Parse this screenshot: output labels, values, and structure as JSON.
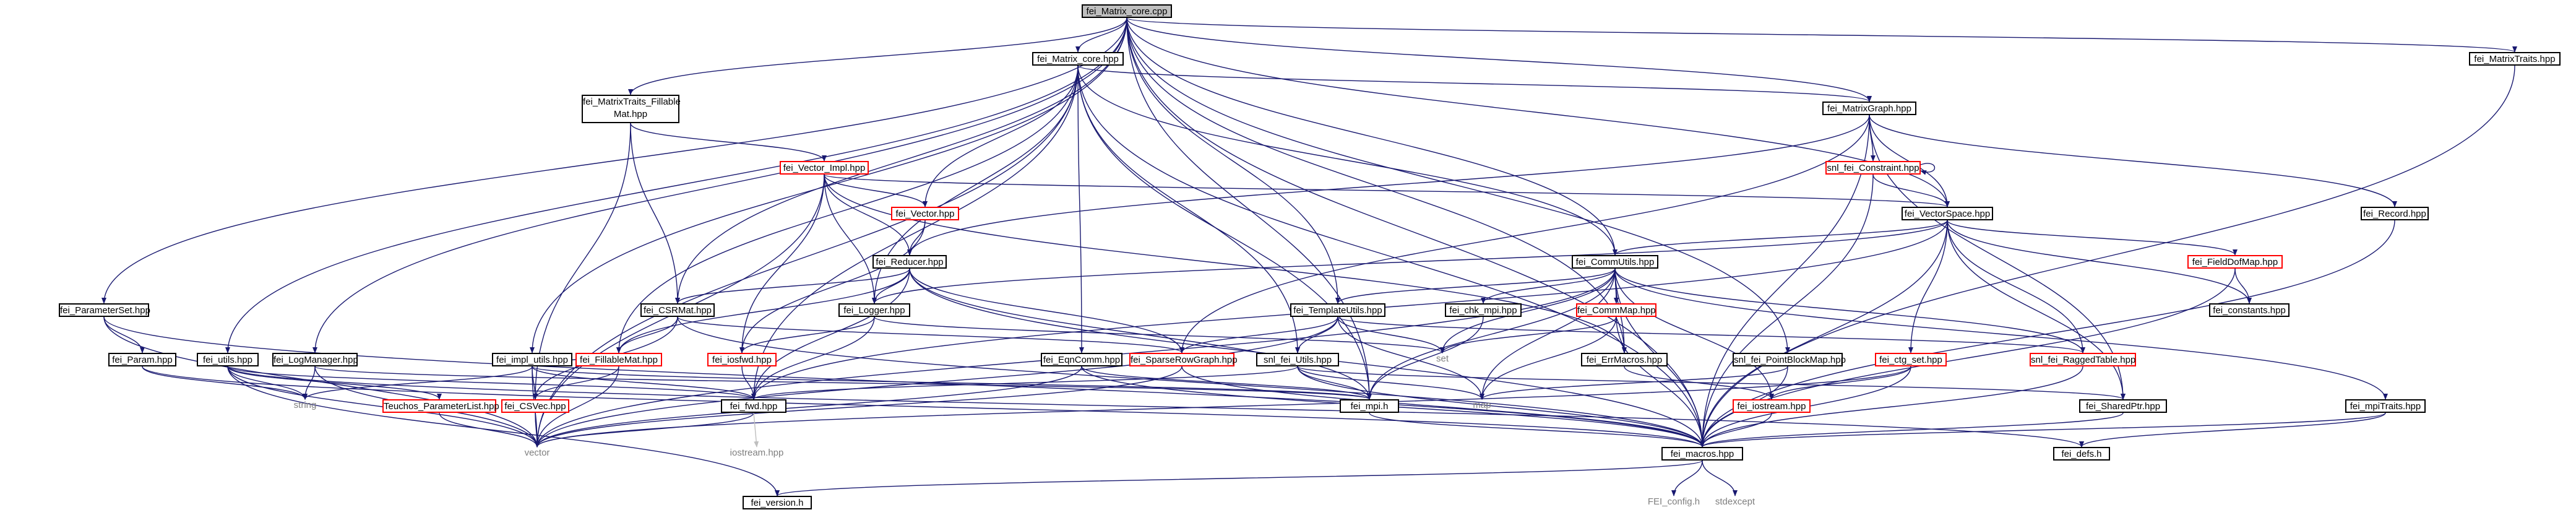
{
  "colors": {
    "edge": "#191970",
    "grey_edge": "#bfbfbf",
    "red_box": "#ff0000",
    "root_fill": "#bfbfbf"
  },
  "nodes": {
    "n_root": "fei_Matrix_core.cpp",
    "n_matrixcore": "fei_Matrix_core.hpp",
    "n_matrixtraits": "fei_MatrixTraits.hpp",
    "n_fillable1": "fei_MatrixTraits_Fillable",
    "n_fillable2": "Mat.hpp",
    "n_matrixgraph": "fei_MatrixGraph.hpp",
    "n_vectorimpl": "fei_Vector_Impl.hpp",
    "n_snlconstraint": "snl_fei_Constraint.hpp",
    "n_vectorspace": "fei_VectorSpace.hpp",
    "n_record": "fei_Record.hpp",
    "n_vector": "fei_Vector.hpp",
    "n_reducer": "fei_Reducer.hpp",
    "n_commutils": "fei_CommUtils.hpp",
    "n_fielddofmap": "fei_FieldDofMap.hpp",
    "n_paramset": "fei_ParameterSet.hpp",
    "n_csrmat": "fei_CSRMat.hpp",
    "n_logger": "fei_Logger.hpp",
    "n_templateutils": "fei_TemplateUtils.hpp",
    "n_chkmpi": "fei_chk_mpi.hpp",
    "n_commmap": "fei_CommMap.hpp",
    "n_constants": "fei_constants.hpp",
    "n_param": "fei_Param.hpp",
    "n_utils": "fei_utils.hpp",
    "n_logmanager": "fei_LogManager.hpp",
    "n_mpiutils": "fei_impl_utils.hpp",
    "n_fillablemat": "fei_FillableMat.hpp",
    "n_iosfwd": "fei_iosfwd.hpp",
    "n_eqncomm": "fei_EqnComm.hpp",
    "n_sparserow": "fei_SparseRowGraph.hpp",
    "n_snlutils": "snl_fei_Utils.hpp",
    "n_set": "set",
    "n_errmacros": "fei_ErrMacros.hpp",
    "n_pointblock": "snl_fei_PointBlockMap.hpp",
    "n_ctgset": "fei_ctg_set.hpp",
    "n_raggedtable": "snl_fei_RaggedTable.hpp",
    "n_string": "string",
    "n_teuchos": "Teuchos_ParameterList.hpp",
    "n_csvec": "fei_CSVec.hpp",
    "n_fwd": "fei_fwd.hpp",
    "n_feimpih": "fei_mpi.h",
    "n_map": "map",
    "n_iostream": "fei_iostream.hpp",
    "n_sharedptr": "fei_SharedPtr.hpp",
    "n_mpitraits": "fei_mpiTraits.hpp",
    "n_vectorh": "vector",
    "n_iostreamstd": "iostream.hpp",
    "n_macros": "fei_macros.hpp",
    "n_defs": "fei_defs.h",
    "n_version": "fei_version.h",
    "n_feiconfig": "FEI_config.h",
    "n_stdexcept": "stdexcept"
  }
}
